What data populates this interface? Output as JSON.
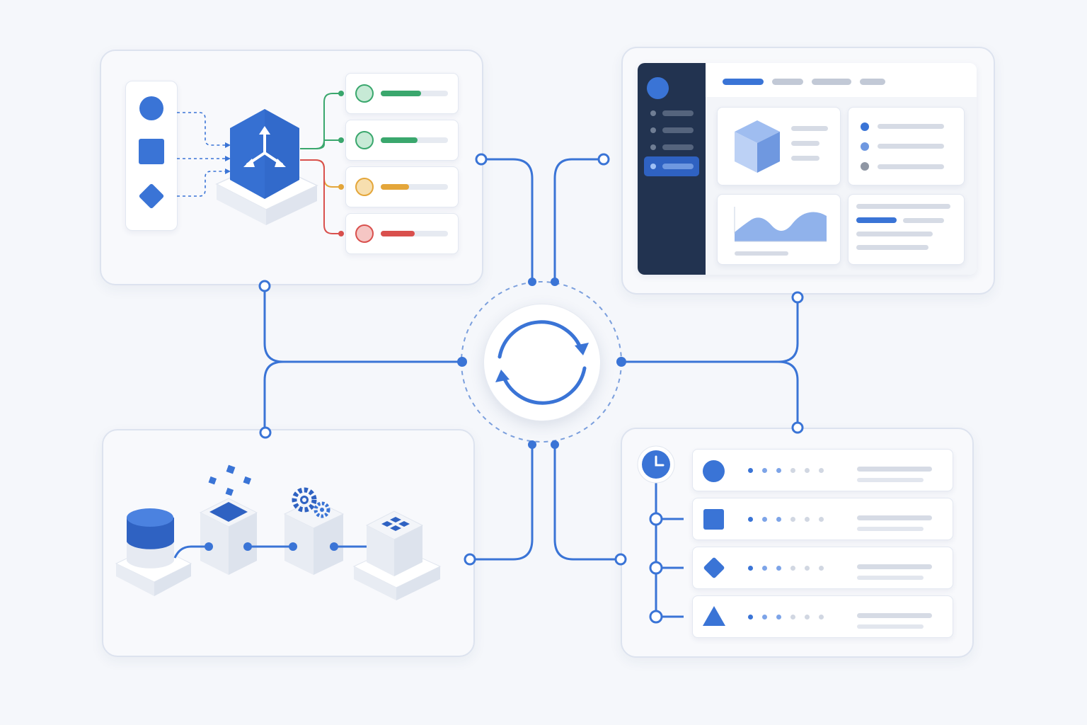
{
  "colors": {
    "primary": "#3a74d6",
    "primary_dark": "#2f5fb8",
    "navy": "#223350",
    "green": "#3aa76d",
    "amber": "#e4a63a",
    "red": "#d9504d",
    "panel_border": "#dde3ef",
    "placeholder": "#d6dbe5"
  },
  "router_panel": {
    "hub_icon": "distribution-hub-icon",
    "input_shapes": [
      "circle-icon",
      "square-icon",
      "diamond-icon"
    ],
    "outputs": [
      {
        "status": "green",
        "fill": 0.6
      },
      {
        "status": "green",
        "fill": 0.55
      },
      {
        "status": "amber",
        "fill": 0.42
      },
      {
        "status": "red",
        "fill": 0.5
      }
    ]
  },
  "dashboard_panel": {
    "sidebar_items": 4,
    "active_sidebar_item": 3,
    "header_tabs": 4,
    "active_tab": 0,
    "widgets": [
      "cube-widget",
      "list-widget",
      "area-chart-widget",
      "text-widget"
    ]
  },
  "pipeline_panel": {
    "stages": [
      "database-icon",
      "data-block-icon",
      "gears-icon",
      "grid-block-icon"
    ]
  },
  "schedule_panel": {
    "clock_icon": "clock-icon",
    "rows": [
      {
        "shape": "circle-icon",
        "progress_dots": 3
      },
      {
        "shape": "square-icon",
        "progress_dots": 3
      },
      {
        "shape": "diamond-icon",
        "progress_dots": 3
      },
      {
        "shape": "triangle-icon",
        "progress_dots": 3
      }
    ]
  },
  "center_hub": {
    "icon": "sync-icon"
  }
}
